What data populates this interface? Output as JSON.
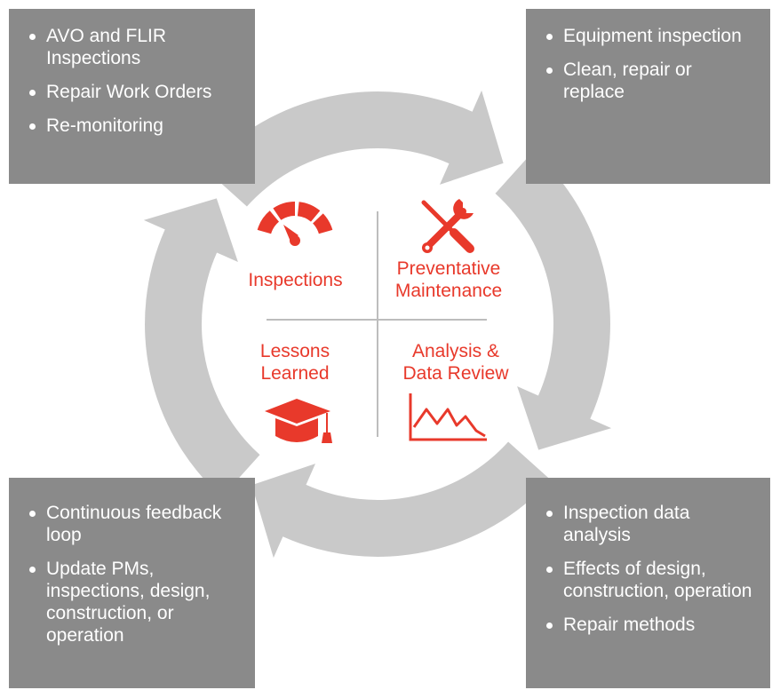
{
  "colors": {
    "accent": "#e8392b",
    "box": "#8a8a8a",
    "arrow": "#c9c9c9",
    "divider": "#bdbdbd"
  },
  "boxes": {
    "top_left": [
      "AVO and FLIR Inspections",
      "Repair Work Orders",
      "Re-monitoring"
    ],
    "top_right": [
      "Equipment inspection",
      "Clean, repair or replace"
    ],
    "bottom_left": [
      "Continuous feedback loop",
      "Update PMs, inspections, design, construction, or operation"
    ],
    "bottom_right": [
      "Inspection data analysis",
      "Effects of design, construction, operation",
      "Repair methods"
    ]
  },
  "quadrants": {
    "inspections": {
      "label": "Inspections",
      "icon": "gauge-icon"
    },
    "preventative": {
      "label": "Preventative\nMaintenance",
      "icon": "wrench-screwdriver-icon"
    },
    "lessons": {
      "label": "Lessons\nLearned",
      "icon": "graduation-cap-icon"
    },
    "analysis": {
      "label": "Analysis &\nData Review",
      "icon": "line-chart-icon"
    }
  }
}
